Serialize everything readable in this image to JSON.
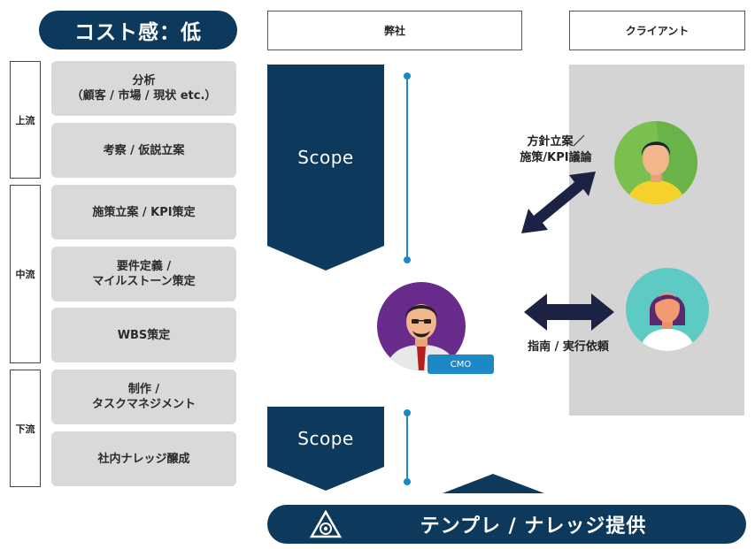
{
  "cost_label": "コスト感：低",
  "header": {
    "our_company": "弊社",
    "client": "クライアント"
  },
  "stages": [
    {
      "label": "上流"
    },
    {
      "label": "中流"
    },
    {
      "label": "下流"
    }
  ],
  "tasks": [
    "分析\n（顧客 / 市場 / 現状 etc.）",
    "考察 / 仮説立案",
    "施策立案 / KPI策定",
    "要件定義 /\nマイルストーン策定",
    "WBS策定",
    "制作 /\nタスクマネジメント",
    "社内ナレッジ醸成"
  ],
  "scope_top": "Scope",
  "scope_bottom": "Scope",
  "cmo_badge": "CMO",
  "arrow_top_label": "方針立案／\n施策/KPI議論",
  "arrow_bottom_label": "指南 / 実行依頼",
  "banner_text": "テンプレ / ナレッジ提供",
  "colors": {
    "navy": "#0d3a5c",
    "blue": "#1e88c7",
    "grey_box": "#d9d9d9",
    "client_col": "#d4d4d4"
  }
}
